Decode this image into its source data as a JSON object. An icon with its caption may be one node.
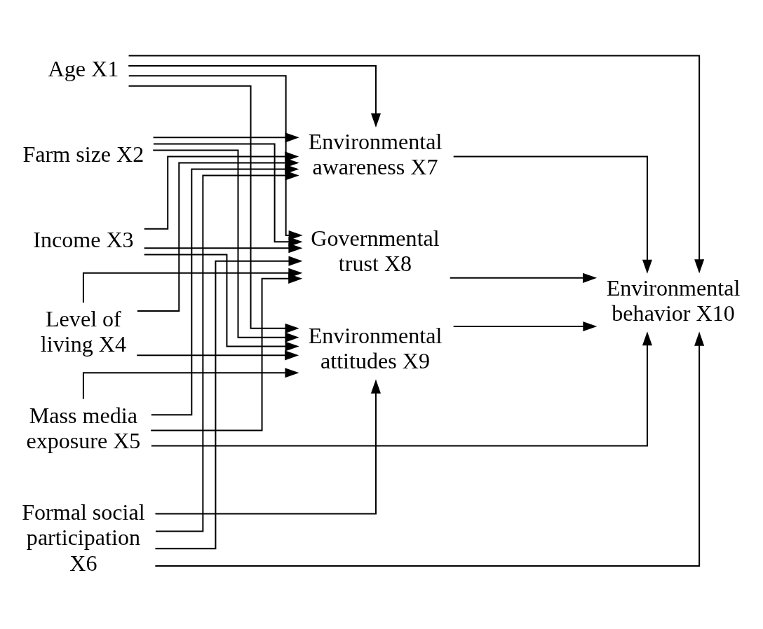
{
  "diagram": {
    "nodes": [
      {
        "text": [
          "Age X1"
        ]
      },
      {
        "text": [
          "Farm size X2"
        ]
      },
      {
        "text": [
          "Income X3"
        ]
      },
      {
        "text": [
          "Level of living X4"
        ]
      },
      {
        "text": [
          "Mass media exposure X5"
        ]
      },
      {
        "text": [
          "Formal social participation X6"
        ]
      },
      {
        "text": [
          "Environmental awareness X7"
        ]
      },
      {
        "text": [
          "Governmental trust X8"
        ]
      },
      {
        "text": [
          "Environmental attitudes X9"
        ]
      },
      {
        "text": [
          "Environmental behavior X10"
        ]
      }
    ],
    "edges": [
      {
        "from": 0,
        "to": 9,
        "arrow": "to"
      },
      {
        "from": 0,
        "to": 8,
        "arrow": "to"
      },
      {
        "from": 0,
        "to": 7,
        "arrow": "to"
      },
      {
        "from": 0,
        "to": 6,
        "arrow": "to"
      },
      {
        "from": 7,
        "to": 9,
        "arrow": "to"
      },
      {
        "from": 1,
        "to": 7,
        "arrow": "to"
      },
      {
        "from": 1,
        "to": 8,
        "arrow": "to"
      },
      {
        "from": 1,
        "to": 6,
        "arrow": "to"
      },
      {
        "from": 2,
        "to": 7,
        "arrow": "to"
      },
      {
        "from": 2,
        "to": 8,
        "arrow": "to"
      },
      {
        "from": 3,
        "to": 8,
        "arrow": "to"
      },
      {
        "from": 3,
        "to": 7,
        "arrow": "to"
      },
      {
        "from": 2,
        "to": 6,
        "arrow": "to"
      },
      {
        "from": 8,
        "to": 9,
        "arrow": "to"
      },
      {
        "from": 3,
        "to": 6,
        "arrow": "to"
      },
      {
        "from": 6,
        "to": 9,
        "arrow": "to"
      },
      {
        "from": 4,
        "to": 6,
        "arrow": "to"
      },
      {
        "from": 4,
        "to": 8,
        "arrow": "to"
      },
      {
        "from": 4,
        "to": 7,
        "arrow": "to"
      },
      {
        "from": 4,
        "to": 9,
        "arrow": "to"
      },
      {
        "from": 5,
        "to": 7,
        "arrow": "to"
      },
      {
        "from": 5,
        "to": 8,
        "arrow": "to"
      },
      {
        "from": 5,
        "to": 6,
        "arrow": "to"
      },
      {
        "from": 5,
        "to": 9,
        "arrow": "to"
      }
    ]
  }
}
